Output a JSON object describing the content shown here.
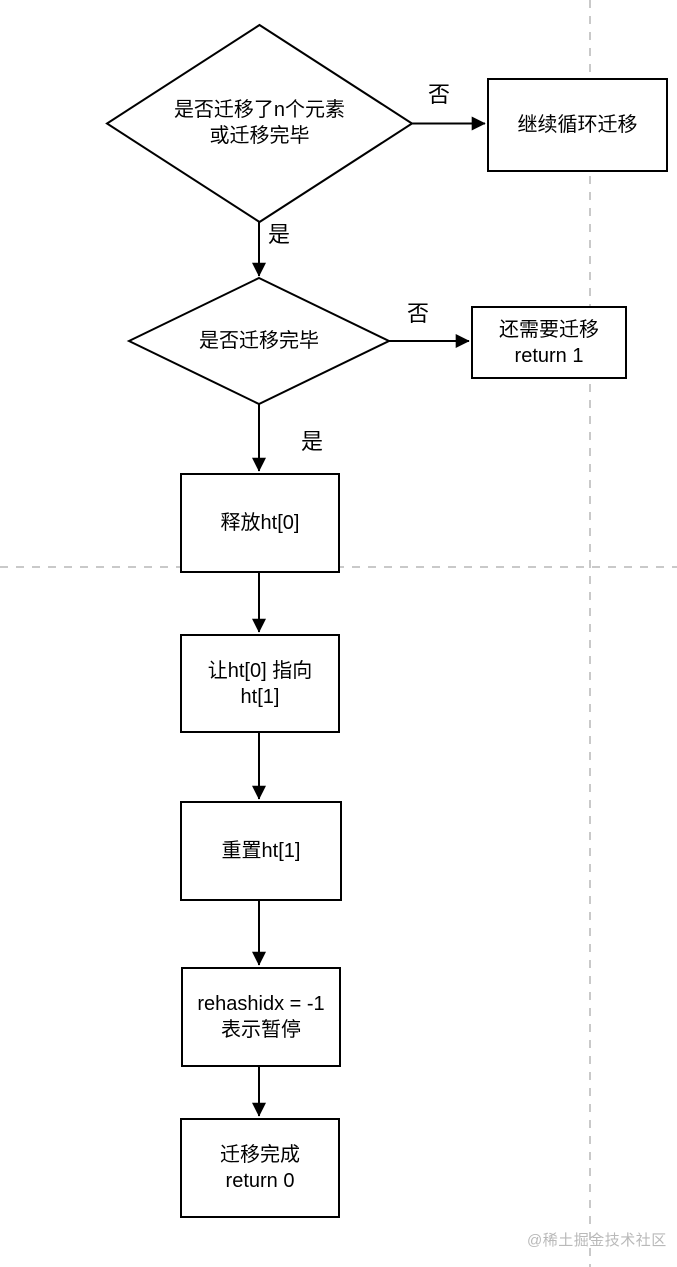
{
  "diagram": {
    "type": "flowchart",
    "topic": "dict rehash migration steps",
    "colors": {
      "background": "#ffffff",
      "shape_border": "#000000",
      "shape_fill": "#ffffff",
      "text": "#000000",
      "guide_line": "#c9c9c9",
      "watermark": "#b9b9b9"
    },
    "nodes": {
      "decision_migrated_n": {
        "type": "decision",
        "lines": [
          "是否迁移了n个元素",
          "或迁移完毕"
        ]
      },
      "process_continue_loop": {
        "type": "process",
        "lines": [
          "继续循环迁移"
        ]
      },
      "decision_migration_done": {
        "type": "decision",
        "lines": [
          "是否迁移完毕"
        ]
      },
      "process_need_migrate": {
        "type": "process",
        "lines": [
          "还需要迁移",
          "return 1"
        ]
      },
      "process_free_ht0": {
        "type": "process",
        "lines": [
          "释放ht[0]"
        ]
      },
      "process_point_ht0_to_ht1": {
        "type": "process",
        "lines": [
          "让ht[0] 指向",
          "ht[1]"
        ]
      },
      "process_reset_ht1": {
        "type": "process",
        "lines": [
          "重置ht[1]"
        ]
      },
      "process_rehashidx_pause": {
        "type": "process",
        "lines": [
          "rehashidx = -1",
          "表示暂停"
        ]
      },
      "process_migration_complete": {
        "type": "process",
        "lines": [
          "迁移完成",
          "return 0"
        ]
      }
    },
    "edge_labels": {
      "decision1_no": "否",
      "decision1_yes": "是",
      "decision2_no": "否",
      "decision2_yes": "是"
    },
    "edges": [
      {
        "from": "decision_migrated_n",
        "to": "process_continue_loop",
        "label": "否"
      },
      {
        "from": "decision_migrated_n",
        "to": "decision_migration_done",
        "label": "是"
      },
      {
        "from": "decision_migration_done",
        "to": "process_need_migrate",
        "label": "否"
      },
      {
        "from": "decision_migration_done",
        "to": "process_free_ht0",
        "label": "是"
      },
      {
        "from": "process_free_ht0",
        "to": "process_point_ht0_to_ht1",
        "label": ""
      },
      {
        "from": "process_point_ht0_to_ht1",
        "to": "process_reset_ht1",
        "label": ""
      },
      {
        "from": "process_reset_ht1",
        "to": "process_rehashidx_pause",
        "label": ""
      },
      {
        "from": "process_rehashidx_pause",
        "to": "process_migration_complete",
        "label": ""
      }
    ],
    "watermark": "@稀土掘金技术社区"
  }
}
